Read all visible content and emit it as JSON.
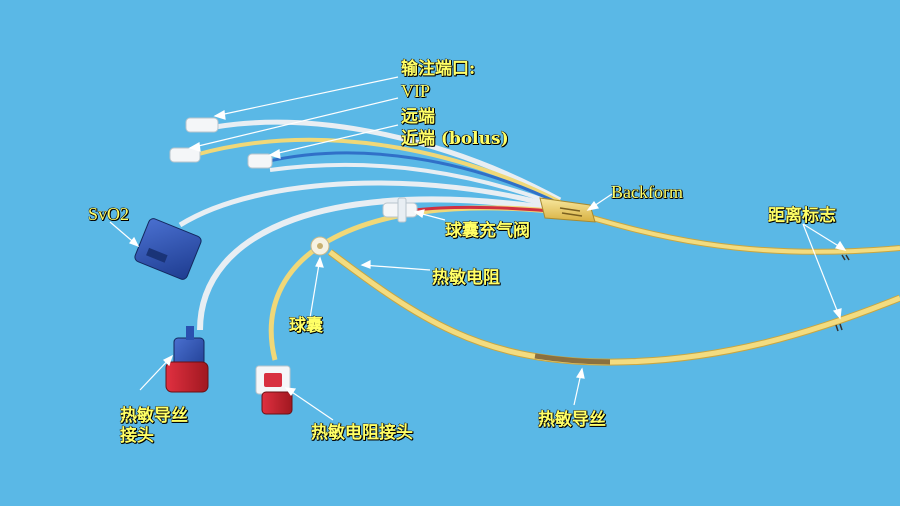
{
  "colors": {
    "background": "#5ab8e6",
    "label_text": "#ffff66",
    "catheter_yellow": "#f0d878",
    "catheter_white": "#eef2f5",
    "connector_blue": "#2a50b0",
    "connector_red": "#c8202a"
  },
  "labels": {
    "infusion_port": "输注端口:",
    "vip": "VIP",
    "distal": "远端",
    "proximal_bolus": "近端 (bolus)",
    "backform": "Backform",
    "distance_marks": "距离标志",
    "svo2": "SvO2",
    "balloon_valve": "球囊充气阀",
    "thermistor": "热敏电阻",
    "balloon": "球囊",
    "thermal_wire_connector_line1": "热敏导丝",
    "thermal_wire_connector_line2": "接头",
    "thermistor_connector": "热敏电阻接头",
    "thermal_wire": "热敏导丝"
  }
}
